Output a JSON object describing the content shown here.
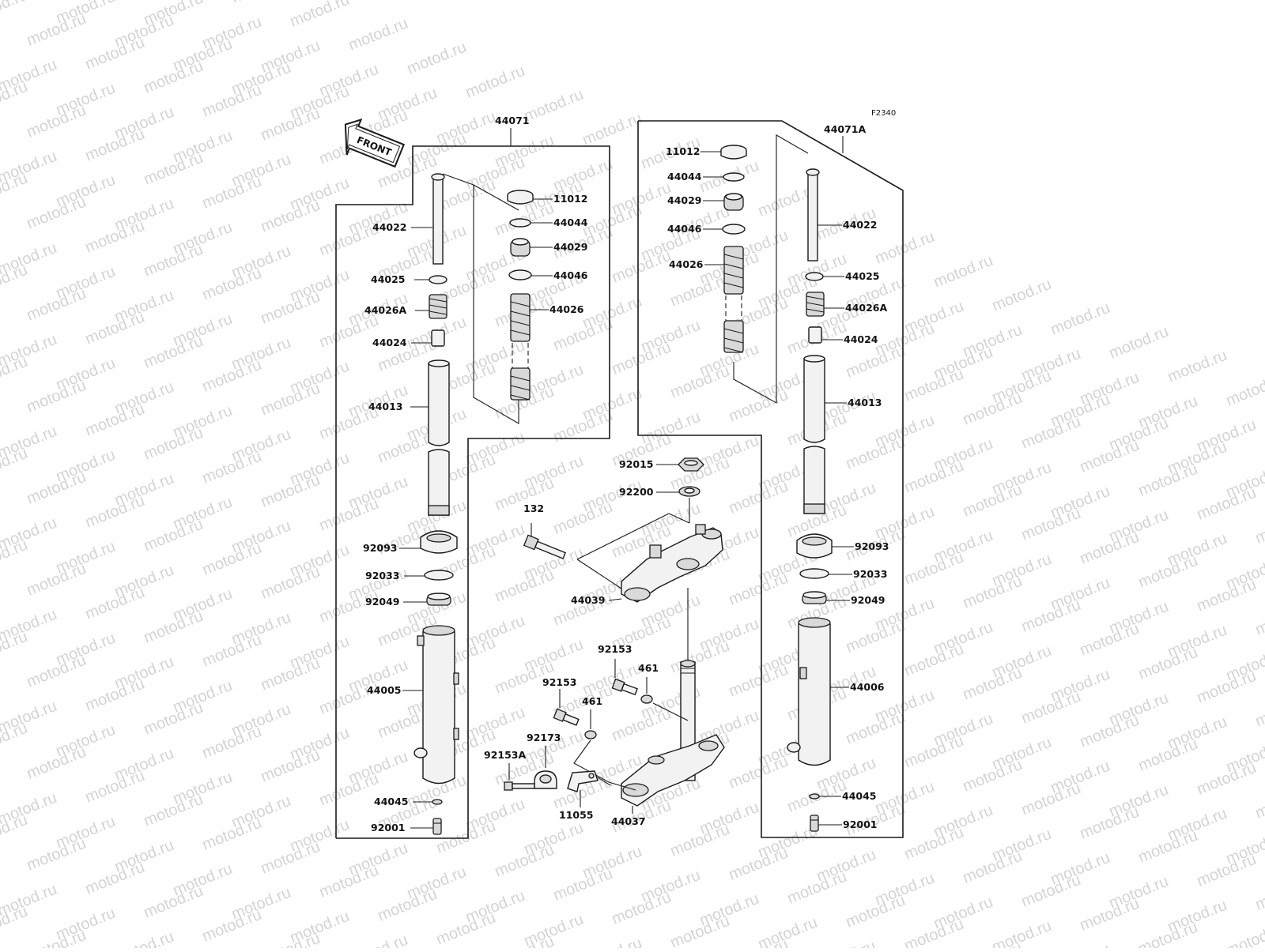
{
  "watermark": {
    "text": "motod.ru",
    "color": "#d4d4d4"
  },
  "figure_code": "F2340",
  "front_badge": {
    "label": "FRONT",
    "icon": "front-arrow-icon"
  },
  "assemblies": {
    "left_fork": "44071",
    "right_fork": "44071A"
  },
  "callouts": {
    "l_44022": "44022",
    "l_44025": "44025",
    "l_44026A": "44026A",
    "l_44024": "44024",
    "l_44013": "44013",
    "l_92093": "92093",
    "l_92033": "92033",
    "l_92049": "92049",
    "l_44005": "44005",
    "l_44045": "44045",
    "l_92001": "92001",
    "l_11012": "11012",
    "l_44044": "44044",
    "l_44029": "44029",
    "l_44046": "44046",
    "l_44026": "44026",
    "r_11012": "11012",
    "r_44044": "44044",
    "r_44029": "44029",
    "r_44046": "44046",
    "r_44026": "44026",
    "r_44022": "44022",
    "r_44025": "44025",
    "r_44026A": "44026A",
    "r_44024": "44024",
    "r_44013": "44013",
    "r_92093": "92093",
    "r_92033": "92033",
    "r_92049": "92049",
    "r_44006": "44006",
    "r_44045": "44045",
    "r_92001": "92001",
    "c_92015": "92015",
    "c_92200": "92200",
    "c_132": "132",
    "c_44039": "44039",
    "c_92153_a": "92153",
    "c_461_a": "461",
    "c_92153_b": "92153",
    "c_461_b": "461",
    "c_92173": "92173",
    "c_92153A": "92153A",
    "c_11055": "11055",
    "c_44037": "44037"
  }
}
